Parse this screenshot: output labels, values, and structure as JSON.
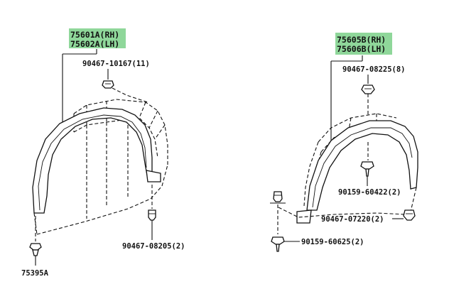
{
  "colors": {
    "highlight": "#8fd79a",
    "ink": "#111111",
    "background": "#ffffff"
  },
  "left": {
    "part_rh": "75601A(RH)",
    "part_lh": "75602A(LH)",
    "clip_top": "90467-10167(11)",
    "clip_bottom": "90467-08205(2)",
    "retainer": "75395A"
  },
  "right": {
    "part_rh": "75605B(RH)",
    "part_lh": "75606B(LH)",
    "clip_top": "90467-08225(8)",
    "screw_mid": "90159-60422(2)",
    "clip_mid": "90467-07220(2)",
    "screw_bottom": "90159-60625(2)"
  }
}
